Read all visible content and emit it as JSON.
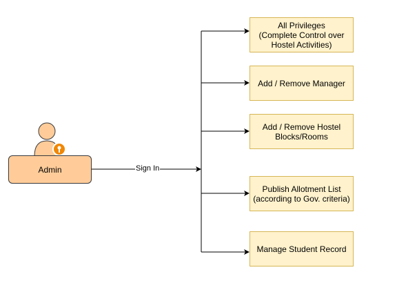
{
  "actor": {
    "label": "Admin",
    "icon": "admin-user-key-icon"
  },
  "connector": {
    "label": "Sign In"
  },
  "privileges": [
    {
      "id": "all",
      "label": "All Privileges\n(Complete Control over\nHostel Activities)"
    },
    {
      "id": "manager",
      "label": "Add / Remove Manager"
    },
    {
      "id": "blocks",
      "label": "Add / Remove Hostel\nBlocks/Rooms"
    },
    {
      "id": "allotment",
      "label": "Publish Allotment List\n(according to Gov. criteria)"
    },
    {
      "id": "student",
      "label": "Manage Student Record"
    }
  ],
  "colors": {
    "privilege_fill": "#fff2cc",
    "privilege_border": "#d6b656",
    "actor_fill": "#ffcc99",
    "actor_border": "#36393d",
    "key_badge": "#f08705"
  }
}
